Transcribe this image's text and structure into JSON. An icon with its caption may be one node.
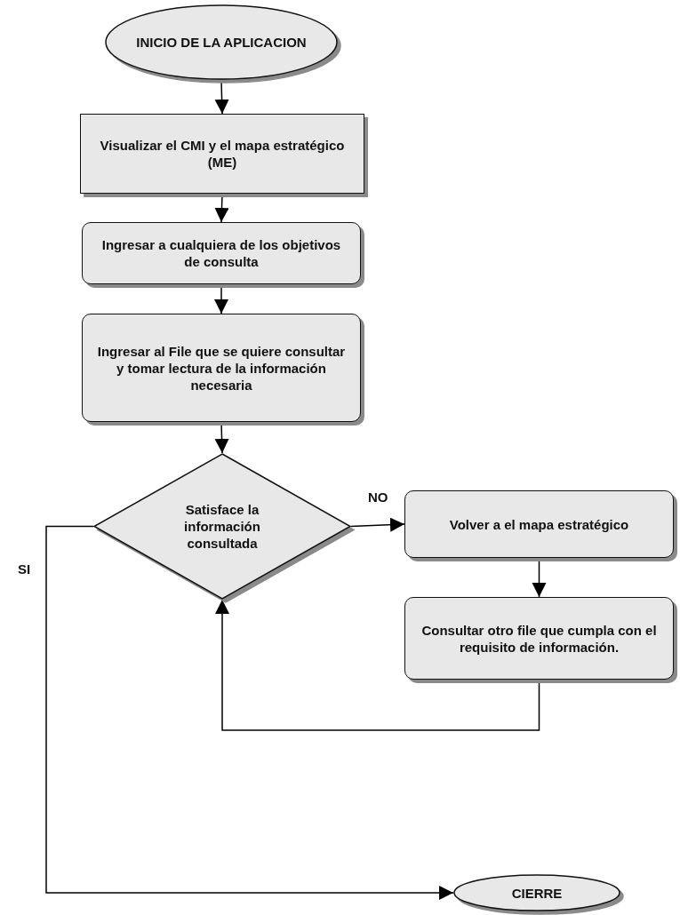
{
  "diagram": {
    "nodes": [
      {
        "text": [
          "INICIO DE LA APLICACION"
        ]
      },
      {
        "text": [
          "Visualizar el CMI y el mapa estratégico (ME)"
        ]
      },
      {
        "text": [
          "Ingresar a cualquiera de los objetivos de consulta"
        ]
      },
      {
        "text": [
          "Ingresar al File que se quiere consultar y tomar lectura de la información necesaria"
        ]
      },
      {
        "text": [
          "Satisface la información consultada"
        ]
      },
      {
        "text": [
          "Volver a el mapa estratégico"
        ]
      },
      {
        "text": [
          "Consultar otro file que cumpla con el requisito de información."
        ]
      },
      {
        "text": [
          "CIERRE"
        ]
      }
    ],
    "edges": [
      {
        "from": 0,
        "to": 1,
        "arrow": "to"
      },
      {
        "from": 1,
        "to": 2,
        "arrow": "to"
      },
      {
        "from": 2,
        "to": 3,
        "arrow": "to"
      },
      {
        "from": 3,
        "to": 4,
        "arrow": "to"
      },
      {
        "from": 4,
        "to": 5,
        "arrow": "to",
        "label": "NO"
      },
      {
        "from": 5,
        "to": 6,
        "arrow": "to"
      },
      {
        "from": 6,
        "to": 4,
        "arrow": "to"
      },
      {
        "from": 4,
        "to": 7,
        "arrow": "to",
        "label": "SI"
      }
    ]
  }
}
